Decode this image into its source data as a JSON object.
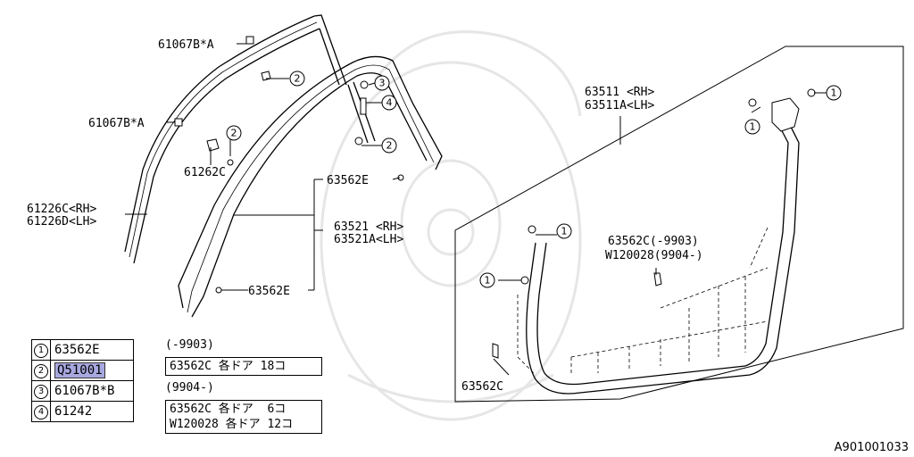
{
  "labels": {
    "p61067b_a_top": "61067B*A",
    "p61067b_a_mid": "61067B*A",
    "p61262c": "61262C",
    "p61226": [
      "61226C<RH>",
      "61226D<LH>"
    ],
    "p63562e_top": "63562E",
    "p63521": [
      "63521 <RH>",
      "63521A<LH>"
    ],
    "p63562e_bottom": "63562E",
    "p63511": [
      "63511 <RH>",
      "63511A<LH>"
    ],
    "p63562c_right": [
      "63562C(-9903)",
      "W120028(9904-)"
    ],
    "p63562c_bottom": "63562C"
  },
  "callouts": [
    "1",
    "2",
    "3",
    "4"
  ],
  "legend": [
    {
      "num": "1",
      "code": "63562E",
      "highlight": false
    },
    {
      "num": "2",
      "code": "Q51001",
      "highlight": true
    },
    {
      "num": "3",
      "code": "61067B*B",
      "highlight": false
    },
    {
      "num": "4",
      "code": "61242",
      "highlight": false
    }
  ],
  "quantities": [
    {
      "heading": "(-9903)",
      "rows": [
        [
          "63562C",
          "各ドア 18コ"
        ]
      ]
    },
    {
      "heading": "(9904-)",
      "rows": [
        [
          "63562C",
          "各ドア  6コ"
        ],
        [
          "W120028",
          "各ドア 12コ"
        ]
      ]
    }
  ],
  "ref_code": "A901001033"
}
